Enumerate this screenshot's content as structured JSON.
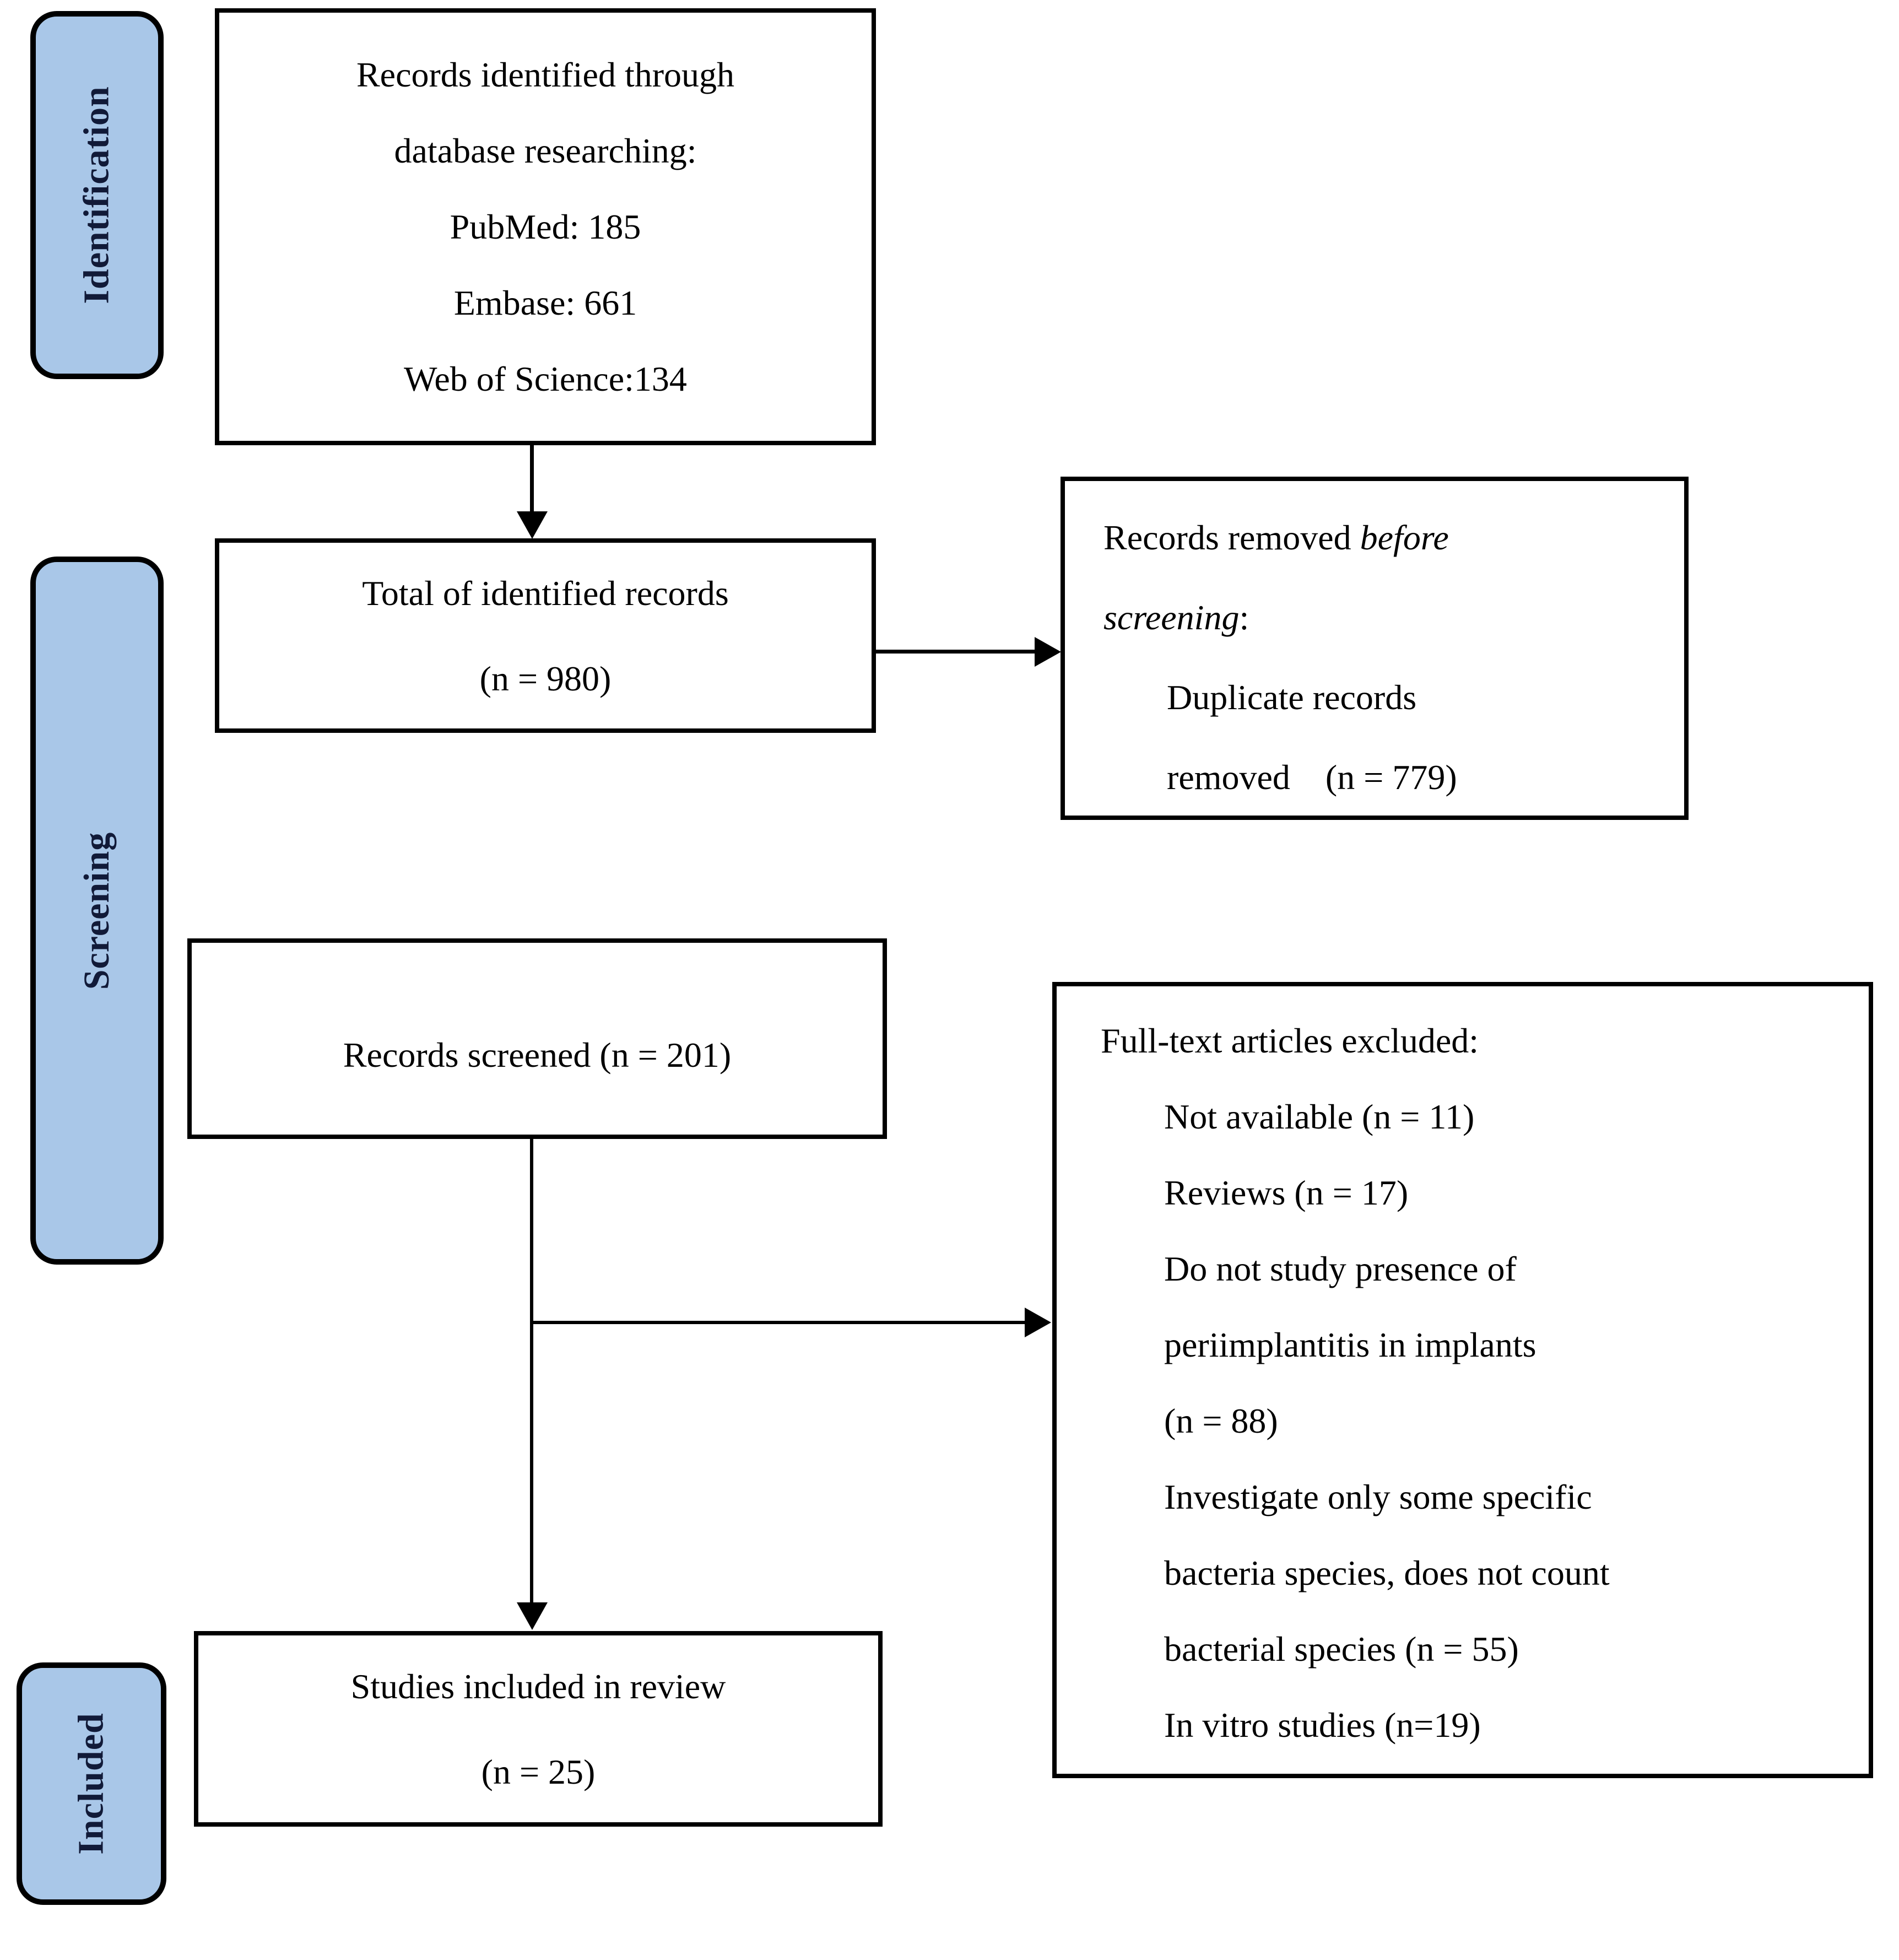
{
  "stages": [
    {
      "label": "Identification"
    },
    {
      "label": "Screening"
    },
    {
      "label": "Included"
    }
  ],
  "boxes": {
    "identified": {
      "lines": [
        "Records identified through",
        "database researching:",
        "PubMed: 185",
        "Embase: 661",
        "Web of Science:134"
      ]
    },
    "total": {
      "lines": [
        "Total of identified records",
        "(n = 980)"
      ]
    },
    "removed": {
      "line1_regular": "Records removed ",
      "line1_italic": "before",
      "line2_italic": "screening",
      "line2_regular": ":",
      "details": [
        "Duplicate records",
        "removed    (n = 779)"
      ]
    },
    "screened": {
      "line": "Records screened (n = 201)"
    },
    "excluded": {
      "title": "Full-text articles excluded:",
      "details": [
        "Not available (n = 11)",
        "Reviews (n = 17)",
        "Do not study presence of",
        "periimplantitis in implants",
        "(n = 88)",
        "Investigate only some specific",
        "bacteria species, does not count",
        "bacterial species (n = 55)",
        "In vitro studies (n=19)"
      ]
    },
    "included": {
      "lines": [
        "Studies included in review",
        "(n = 25)"
      ]
    }
  },
  "colors": {
    "stage_fill": "#A9C7E8",
    "stage_border": "#000000",
    "stage_text": "#111A38",
    "box_border": "#000000",
    "text": "#000000",
    "background": "#FFFFFF"
  }
}
